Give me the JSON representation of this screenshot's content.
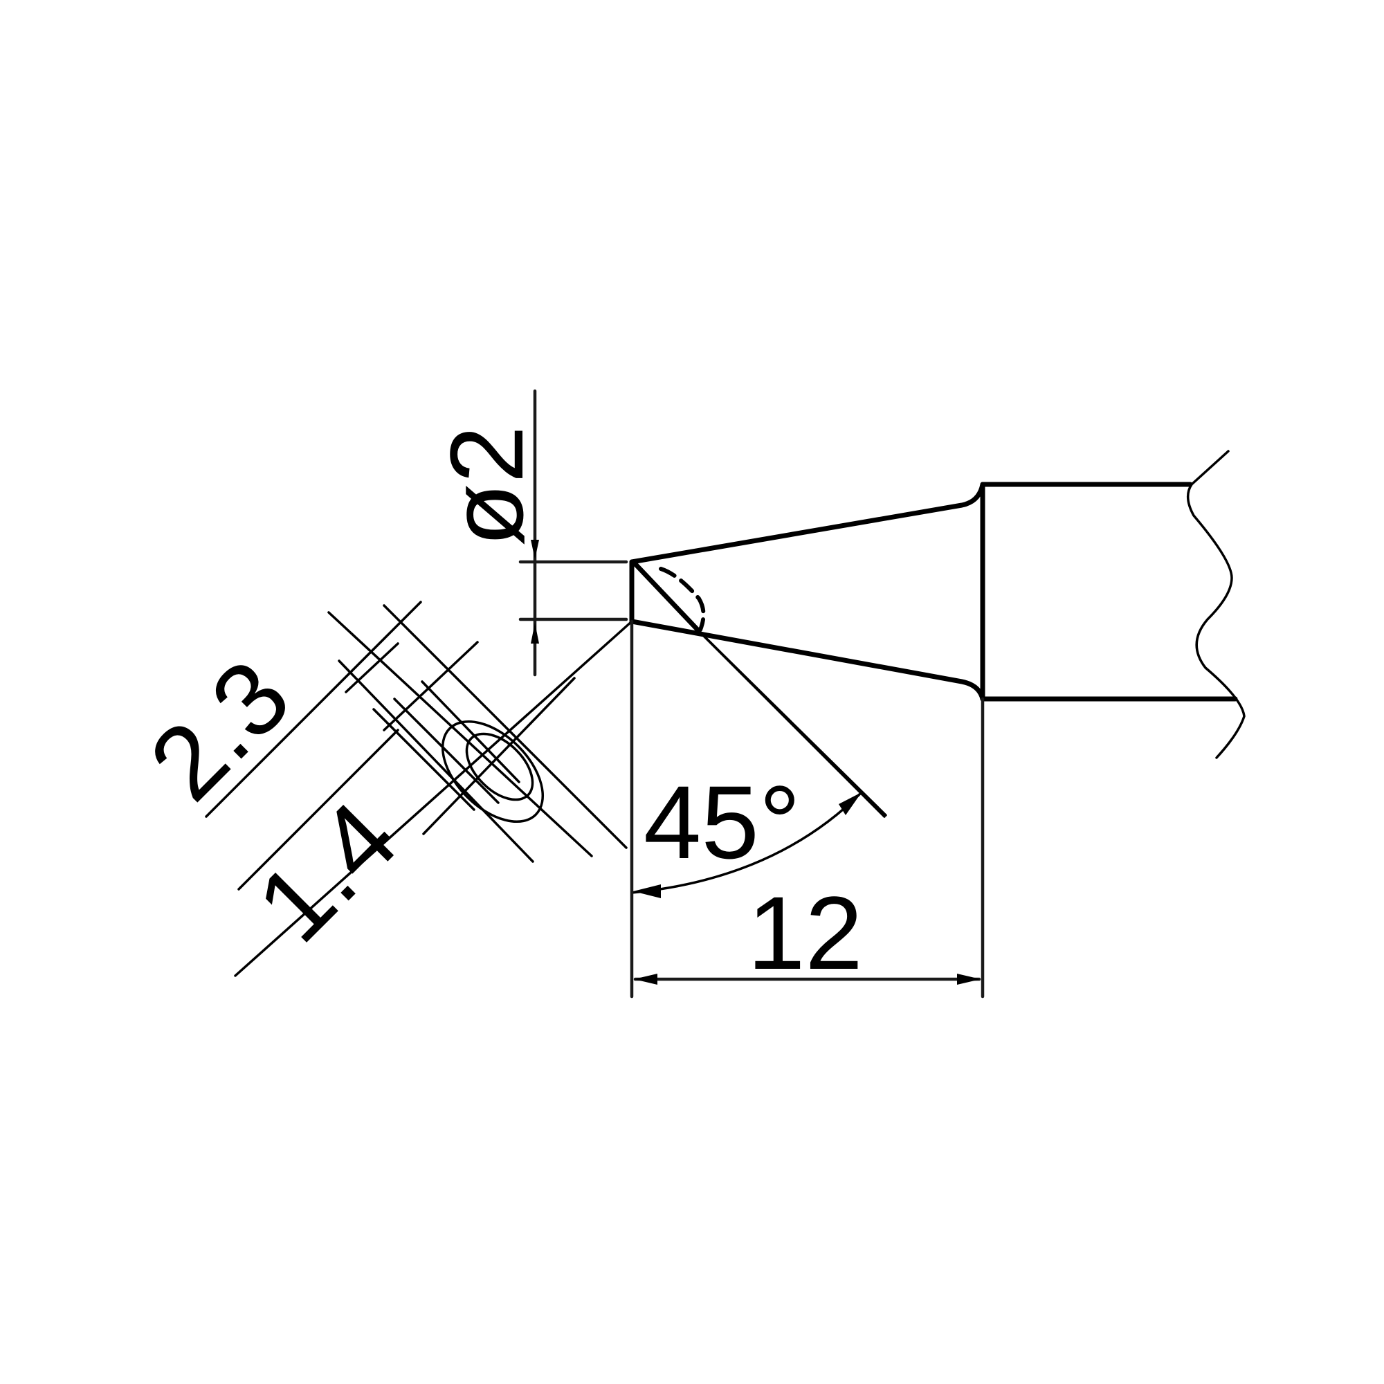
{
  "diagram": {
    "subject": "Bevel-type soldering tip dimension drawing",
    "units": "mm",
    "colors": {
      "line": "#000000",
      "background": "#ffffff"
    },
    "dimensions": {
      "tip_diameter": "ø2",
      "bevel_face_width": "2.3",
      "bevel_face_inner_width": "1.4",
      "bevel_angle": "45°",
      "tip_length": "12"
    }
  }
}
